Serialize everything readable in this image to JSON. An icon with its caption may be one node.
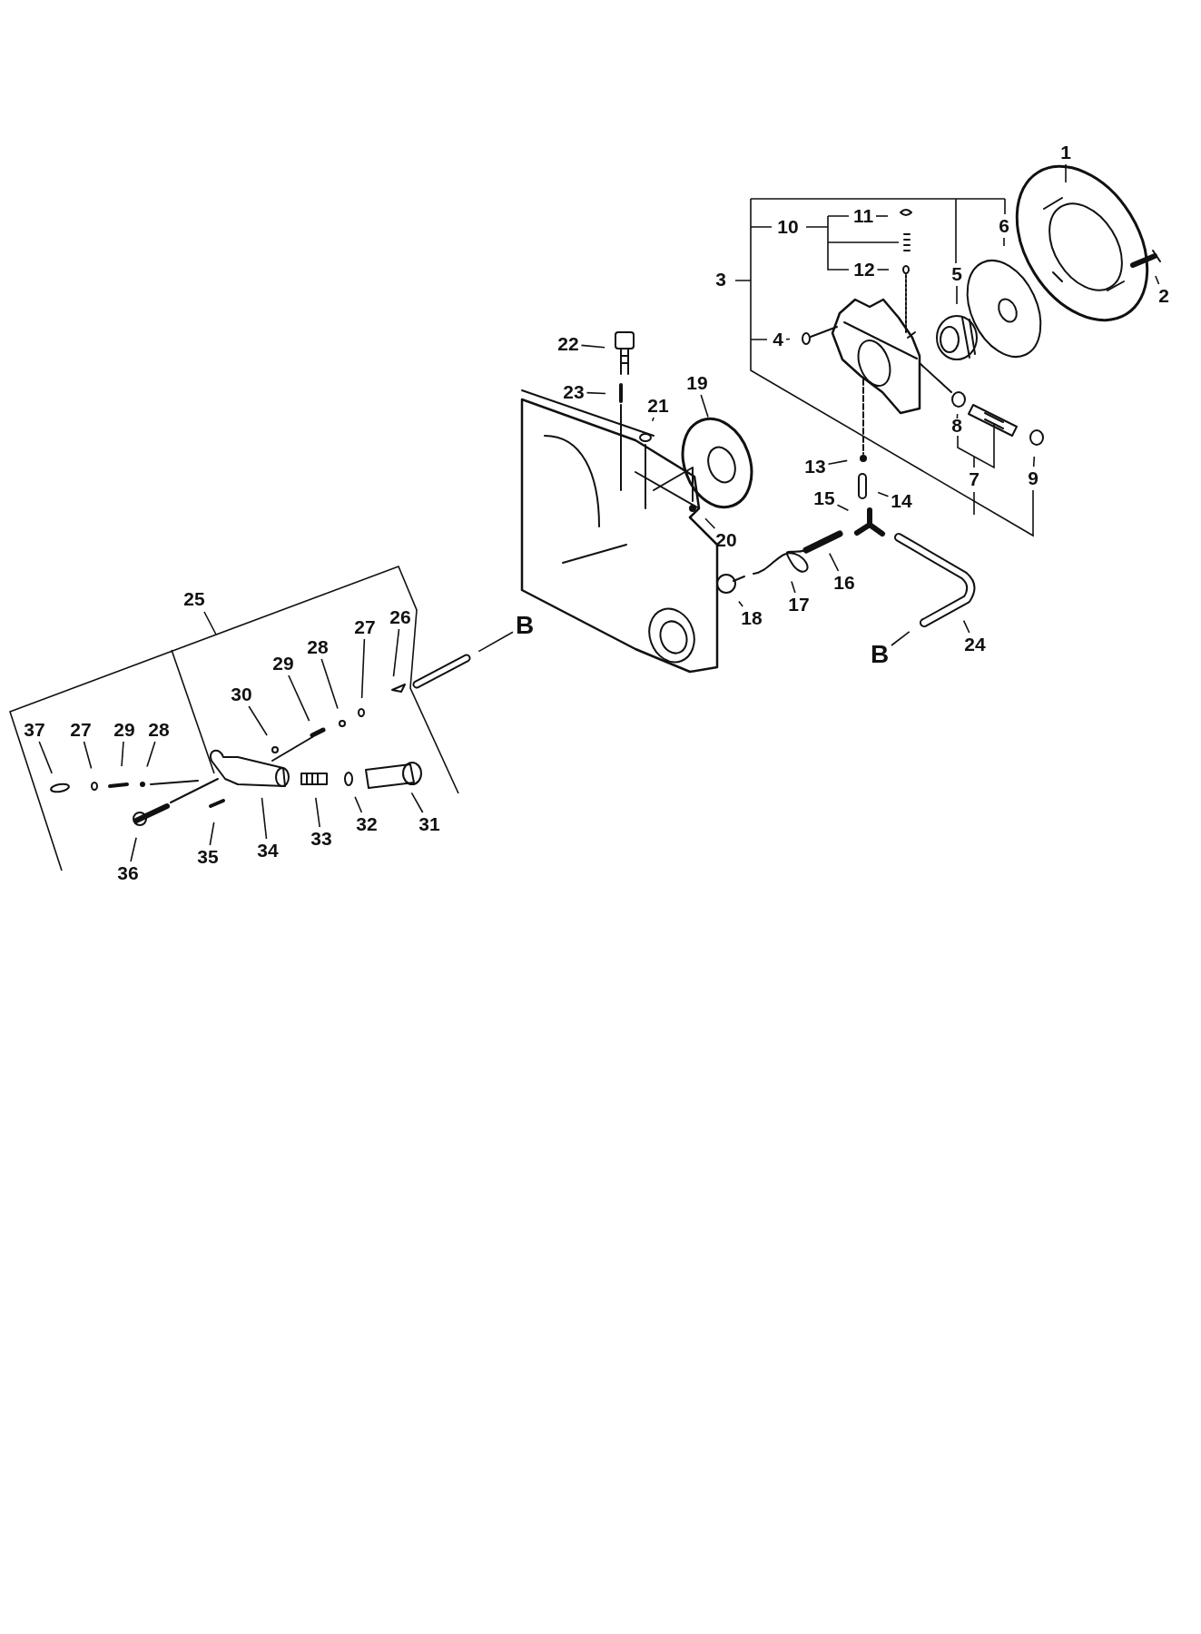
{
  "diagram": {
    "nodes": [
      {
        "text": [
          "1"
        ]
      },
      {
        "text": [
          "2"
        ]
      },
      {
        "text": [
          "4"
        ]
      },
      {
        "text": [
          "5"
        ]
      },
      {
        "text": [
          "6"
        ]
      },
      {
        "text": [
          "8"
        ]
      },
      {
        "text": [
          "9"
        ]
      },
      {
        "text": [
          "11"
        ]
      },
      {
        "text": [
          "12"
        ]
      },
      {
        "text": [
          "13"
        ]
      },
      {
        "text": [
          "14"
        ]
      },
      {
        "text": [
          "15"
        ]
      },
      {
        "text": [
          "16"
        ]
      },
      {
        "text": [
          "17"
        ]
      },
      {
        "text": [
          "18"
        ]
      },
      {
        "text": [
          "19"
        ]
      },
      {
        "text": [
          "20"
        ]
      },
      {
        "text": [
          "21"
        ]
      },
      {
        "text": [
          "22"
        ]
      },
      {
        "text": [
          "23"
        ]
      },
      {
        "text": [
          "24"
        ]
      },
      {
        "text": [
          "26"
        ]
      },
      {
        "text": [
          "27"
        ]
      },
      {
        "text": [
          "28"
        ]
      },
      {
        "text": [
          "29"
        ]
      },
      {
        "text": [
          "30"
        ]
      },
      {
        "text": [
          "31"
        ]
      },
      {
        "text": [
          "32"
        ]
      },
      {
        "text": [
          "33"
        ]
      },
      {
        "text": [
          "34"
        ]
      },
      {
        "text": [
          "35"
        ]
      },
      {
        "text": [
          "36"
        ]
      },
      {
        "text": [
          "37"
        ]
      },
      {
        "text": [
          "27"
        ]
      },
      {
        "text": [
          "29"
        ]
      },
      {
        "text": [
          "28"
        ]
      },
      {
        "text": [
          "B"
        ]
      },
      {
        "text": [
          "B"
        ]
      }
    ],
    "edges": [
      {
        "from": 0,
        "to": null,
        "arrow": "none"
      },
      {
        "from": 1,
        "to": null,
        "arrow": "none"
      },
      {
        "from": 2,
        "to": null,
        "arrow": "none"
      },
      {
        "from": 3,
        "to": null,
        "arrow": "none"
      },
      {
        "from": 4,
        "to": null,
        "arrow": "none"
      },
      {
        "from": 5,
        "to": null,
        "arrow": "none"
      },
      {
        "from": 6,
        "to": null,
        "arrow": "none"
      },
      {
        "from": 7,
        "to": null,
        "arrow": "none"
      },
      {
        "from": 8,
        "to": null,
        "arrow": "none"
      },
      {
        "from": 9,
        "to": null,
        "arrow": "none"
      },
      {
        "from": 10,
        "to": null,
        "arrow": "none"
      },
      {
        "from": 11,
        "to": null,
        "arrow": "none"
      },
      {
        "from": 12,
        "to": null,
        "arrow": "none"
      },
      {
        "from": 13,
        "to": null,
        "arrow": "none"
      },
      {
        "from": 14,
        "to": null,
        "arrow": "none"
      },
      {
        "from": 15,
        "to": null,
        "arrow": "none"
      },
      {
        "from": 16,
        "to": null,
        "arrow": "none"
      },
      {
        "from": 17,
        "to": null,
        "arrow": "none"
      },
      {
        "from": 18,
        "to": null,
        "arrow": "none"
      },
      {
        "from": 19,
        "to": null,
        "arrow": "none"
      },
      {
        "from": 20,
        "to": null,
        "arrow": "none"
      },
      {
        "from": 21,
        "to": null,
        "arrow": "none"
      },
      {
        "from": 22,
        "to": null,
        "arrow": "none"
      },
      {
        "from": 23,
        "to": null,
        "arrow": "none"
      },
      {
        "from": 24,
        "to": null,
        "arrow": "none"
      },
      {
        "from": 25,
        "to": null,
        "arrow": "none"
      },
      {
        "from": 26,
        "to": null,
        "arrow": "none"
      },
      {
        "from": 27,
        "to": null,
        "arrow": "none"
      },
      {
        "from": 28,
        "to": null,
        "arrow": "none"
      },
      {
        "from": 29,
        "to": null,
        "arrow": "none"
      },
      {
        "from": 30,
        "to": null,
        "arrow": "none"
      },
      {
        "from": 31,
        "to": null,
        "arrow": "none"
      },
      {
        "from": 32,
        "to": null,
        "arrow": "none"
      },
      {
        "from": 33,
        "to": null,
        "arrow": "none"
      },
      {
        "from": 34,
        "to": null,
        "arrow": "none"
      },
      {
        "from": 35,
        "to": null,
        "arrow": "none"
      },
      {
        "from": 36,
        "to": null,
        "arrow": "none"
      },
      {
        "from": 37,
        "to": null,
        "arrow": "none"
      }
    ],
    "labels": [
      "10",
      "3",
      "7",
      "25"
    ]
  }
}
